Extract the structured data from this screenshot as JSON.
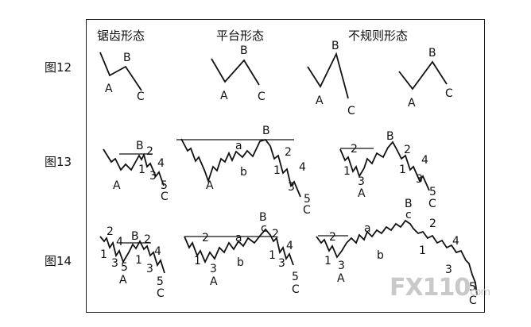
{
  "headers": {
    "zigzag": "锯齿形态",
    "flat": "平台形态",
    "irregular": "不规则形态"
  },
  "rows": {
    "fig12": "图12",
    "fig13": "图13",
    "fig14": "图14"
  },
  "labels": {
    "A": "A",
    "B": "B",
    "C": "C",
    "a": "a",
    "b": "b",
    "c": "c",
    "n1": "1",
    "n2": "2",
    "n3": "3",
    "n4": "4",
    "n5": "5"
  },
  "watermark": {
    "brand": "FX110",
    "suffix": "com"
  },
  "colors": {
    "ink": "#111111",
    "watermark": "#c9c9c9",
    "background": "#ffffff"
  }
}
